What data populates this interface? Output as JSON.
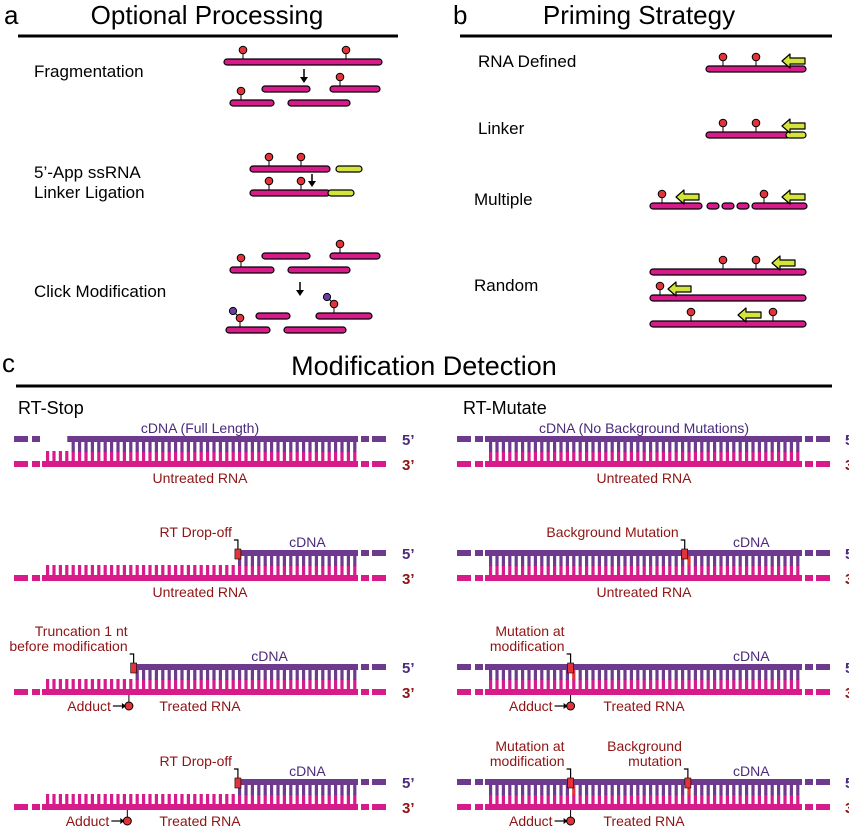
{
  "colors": {
    "rna": "#d81b8a",
    "cdna": "#6e3a8e",
    "linker": "#d4e43a",
    "modification": "#e0333a",
    "label_red": "#8e1414",
    "label_purple": "#4a2a7a",
    "click_tag": "#6a3fa0",
    "rule": "#000000"
  },
  "panel_a": {
    "letter": "a",
    "title": "Optional Processing",
    "steps": [
      {
        "label": "Fragmentation",
        "icon": "fragmentation-diagram"
      },
      {
        "label_lines": [
          "5’-App ssRNA",
          "Linker Ligation"
        ],
        "icon": "ligation-diagram"
      },
      {
        "label": "Click Modification",
        "icon": "click-diagram"
      }
    ]
  },
  "panel_b": {
    "letter": "b",
    "title": "Priming Strategy",
    "strategies": [
      "RNA Defined",
      "Linker",
      "Multiple",
      "Random"
    ]
  },
  "panel_c": {
    "letter": "c",
    "title": "Modification Detection",
    "rt_stop": {
      "title": "RT-Stop",
      "rows": [
        {
          "cdna": "cDNA (Full Length)",
          "rna": "Untreated RNA"
        },
        {
          "callout_lines": [
            "RT Drop-off"
          ],
          "cdna": "cDNA",
          "rna": "Untreated RNA"
        },
        {
          "callout_lines": [
            "Truncation 1 nt",
            "before modification"
          ],
          "cdna": "cDNA",
          "rna": "Treated RNA",
          "adduct": "Adduct"
        },
        {
          "callout_lines": [
            "RT Drop-off"
          ],
          "cdna": "cDNA",
          "rna": "Treated RNA",
          "adduct": "Adduct"
        }
      ]
    },
    "rt_mutate": {
      "title": "RT-Mutate",
      "rows": [
        {
          "cdna": "cDNA (No Background Mutations)",
          "rna": "Untreated RNA"
        },
        {
          "callout_lines": [
            "Background Mutation"
          ],
          "cdna": "cDNA",
          "rna": "Untreated RNA"
        },
        {
          "callout_lines": [
            "Mutation at",
            "modification"
          ],
          "cdna": "cDNA",
          "rna": "Treated RNA",
          "adduct": "Adduct"
        },
        {
          "callout_lines": [
            "Mutation at",
            "modification"
          ],
          "callout2_lines": [
            "Background",
            "mutation"
          ],
          "cdna": "cDNA",
          "rna": "Treated RNA",
          "adduct": "Adduct"
        }
      ]
    },
    "end_labels": {
      "five": "5’",
      "three": "3’"
    }
  }
}
